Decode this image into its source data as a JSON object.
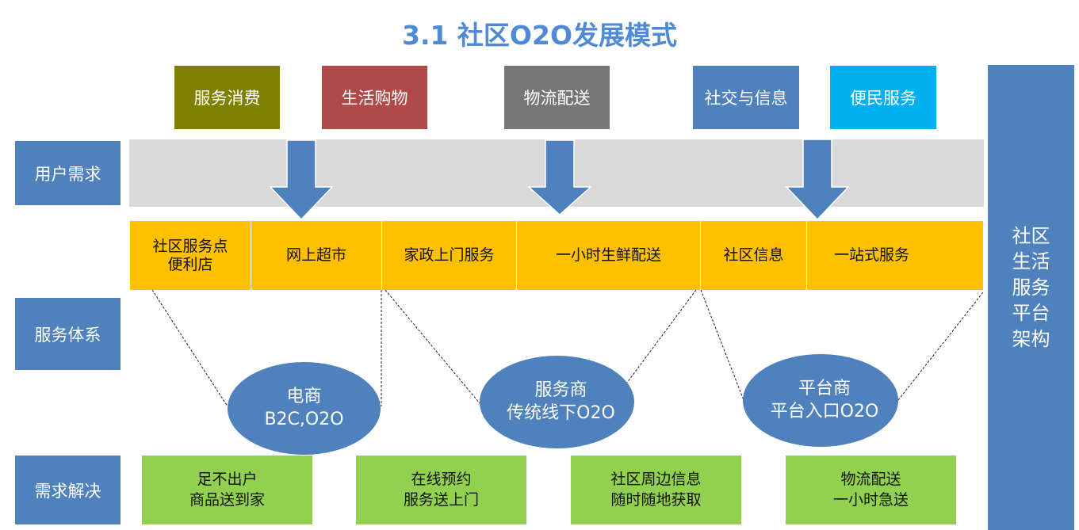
{
  "title": "3.1 社区O2O发展模式",
  "categories": [
    {
      "label": "服务消费",
      "color": "#7f7f00"
    },
    {
      "label": "生活购物",
      "color": "#b04a48"
    },
    {
      "label": "物流配送",
      "color": "#767676"
    },
    {
      "label": "社交与信息",
      "color": "#4f81bd"
    },
    {
      "label": "便民服务",
      "color": "#00b0f0"
    }
  ],
  "row_labels": {
    "user_demand": "用户需求",
    "service_system": "服务体系",
    "demand_solution": "需求解决"
  },
  "services": [
    {
      "label": "社区服务点\n便利店"
    },
    {
      "label": "网上超市"
    },
    {
      "label": "家政上门服务"
    },
    {
      "label": "一小时生鲜配送"
    },
    {
      "label": "社区信息"
    },
    {
      "label": "一站式服务"
    }
  ],
  "providers": [
    {
      "title": "电商",
      "subtitle": "B2C,O2O"
    },
    {
      "title": "服务商",
      "subtitle": "传统线下O2O"
    },
    {
      "title": "平台商",
      "subtitle": "平台入口O2O"
    }
  ],
  "solutions": [
    {
      "line1": "足不出户",
      "line2": "商品送到家"
    },
    {
      "line1": "在线预约",
      "line2": "服务送上门"
    },
    {
      "line1": "社区周边信息",
      "line2": "随时随地获取"
    },
    {
      "line1": "物流配送",
      "line2": "一小时急送"
    }
  ],
  "right_panel": "社区生活服务平台架构",
  "colors": {
    "primary_blue": "#4f81bd",
    "title_blue": "#4f8ad6",
    "service_yellow": "#ffc000",
    "solution_green": "#92d050",
    "band_gray": "#d9d9d9"
  }
}
